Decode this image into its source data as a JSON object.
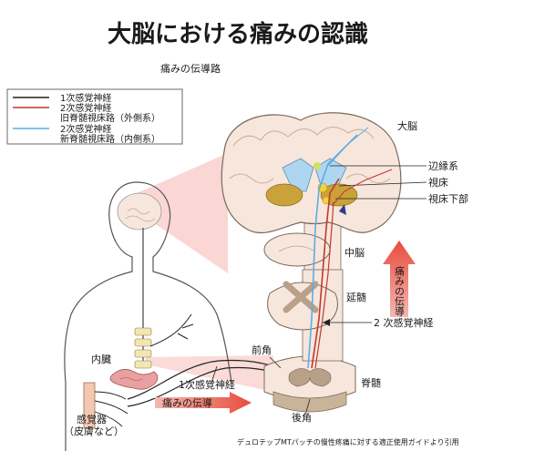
{
  "title": "大脳における痛みの認識",
  "subtitle": "痛みの伝導路",
  "legend": [
    {
      "label": "1次感覚神経",
      "color": "#222222"
    },
    {
      "label": "2次感覚神経",
      "color": "#c0392b"
    },
    {
      "label": "旧脊髄視床路（外側系）",
      "color": "#c0392b"
    },
    {
      "label": "2次感覚神経",
      "color": "#5dade2"
    },
    {
      "label": "新脊髄視床路（内側系）",
      "color": "#5dade2"
    }
  ],
  "labels": {
    "brain": "大脳",
    "limbic": "辺縁系",
    "thalamus": "視床",
    "hypothalamus": "視床下部",
    "midbrain": "中脳",
    "medulla": "延髄",
    "second_neuron": "2 次感覚神経",
    "anterior_horn": "前角",
    "posterior_horn": "後角",
    "spinal_cord": "脊髄",
    "viscera": "内臓",
    "first_neuron": "1次感覚神経",
    "receptor": "感覚器",
    "receptor_sub": "（皮膚など）",
    "pain_conduction": "痛みの伝導",
    "pain_conduction_vertical": "痛みの伝導"
  },
  "credit": "デュロテップMTパッチの慢性疼痛に対する適正使用ガイドより引用",
  "colors": {
    "pink": "#f5b7b1",
    "brain_fill": "#f7e6dc",
    "arrow_red": "#e74c3c",
    "blue": "#5dade2",
    "red": "#c0392b"
  }
}
